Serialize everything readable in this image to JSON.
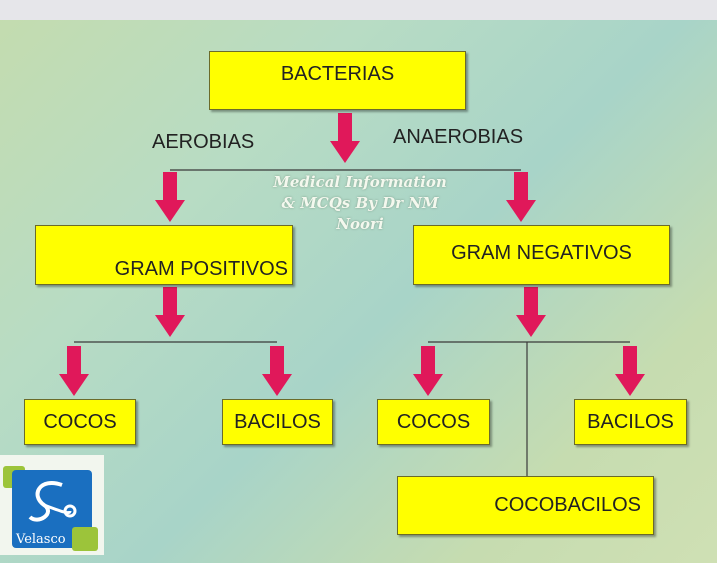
{
  "title": "BACTERIAS",
  "branch_labels": {
    "left": "AEROBIAS",
    "right": "ANAEROBIAS"
  },
  "groups": {
    "left": "GRAM POSITIVOS",
    "right": "GRAM NEGATIVOS"
  },
  "leaves": {
    "left_cocos": "COCOS",
    "left_bacilos": "BACILOS",
    "right_cocos": "COCOS",
    "right_bacilos": "BACILOS",
    "right_cocobacilos": "COCOBACILOS"
  },
  "watermark": "Medical Information & MCQs By Dr NM Noori",
  "logo_text": "Velasco",
  "colors": {
    "box": "#ffff00",
    "arrow": "#e0185a",
    "logo_blue": "#1a6fc0",
    "logo_green": "#9cc43a"
  }
}
